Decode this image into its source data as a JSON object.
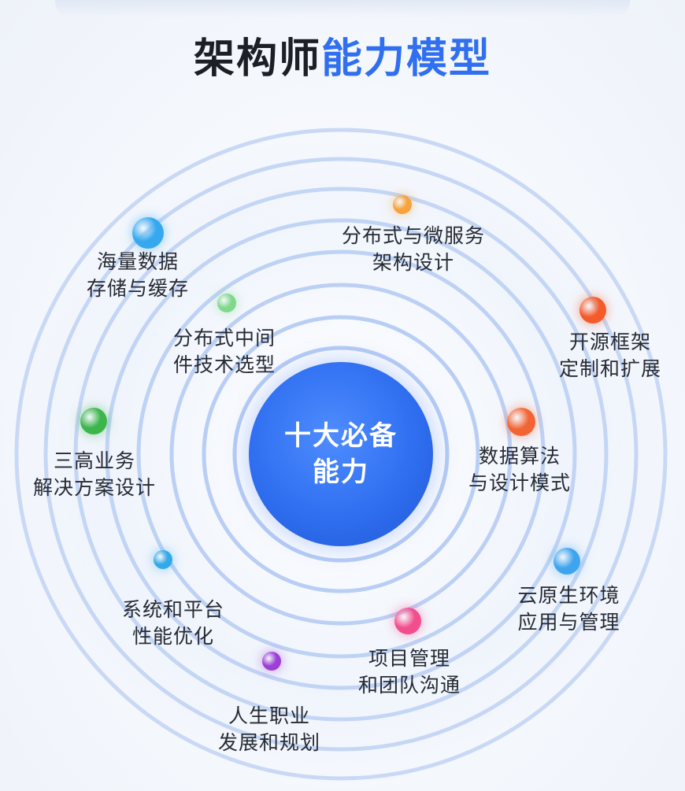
{
  "title": {
    "part1": "架构师",
    "part2": "能力模型"
  },
  "center": {
    "line1": "十大必备",
    "line2": "能力"
  },
  "nodes": [
    {
      "line1": "分布式与微服务",
      "line2": "架构设计",
      "color": "#f7a23a"
    },
    {
      "line1": "海量数据",
      "line2": "存储与缓存",
      "color": "#36a8ef"
    },
    {
      "line1": "分布式中间",
      "line2": "件技术选型",
      "color": "#7fd98c"
    },
    {
      "line1": "开源框架",
      "line2": "定制和扩展",
      "color": "#f45a2a"
    },
    {
      "line1": "数据算法",
      "line2": "与设计模式",
      "color": "#f26434"
    },
    {
      "line1": "三高业务",
      "line2": "解决方案设计",
      "color": "#3cb54a"
    },
    {
      "line1": "云原生环境",
      "line2": "应用与管理",
      "color": "#3fa4ee"
    },
    {
      "line1": "系统和平台",
      "line2": "性能优化",
      "color": "#33a9e8"
    },
    {
      "line1": "项目管理",
      "line2": "和团队沟通",
      "color": "#f24d8c"
    },
    {
      "line1": "人生职业",
      "line2": "发展和规划",
      "color": "#9b3fd6"
    }
  ]
}
